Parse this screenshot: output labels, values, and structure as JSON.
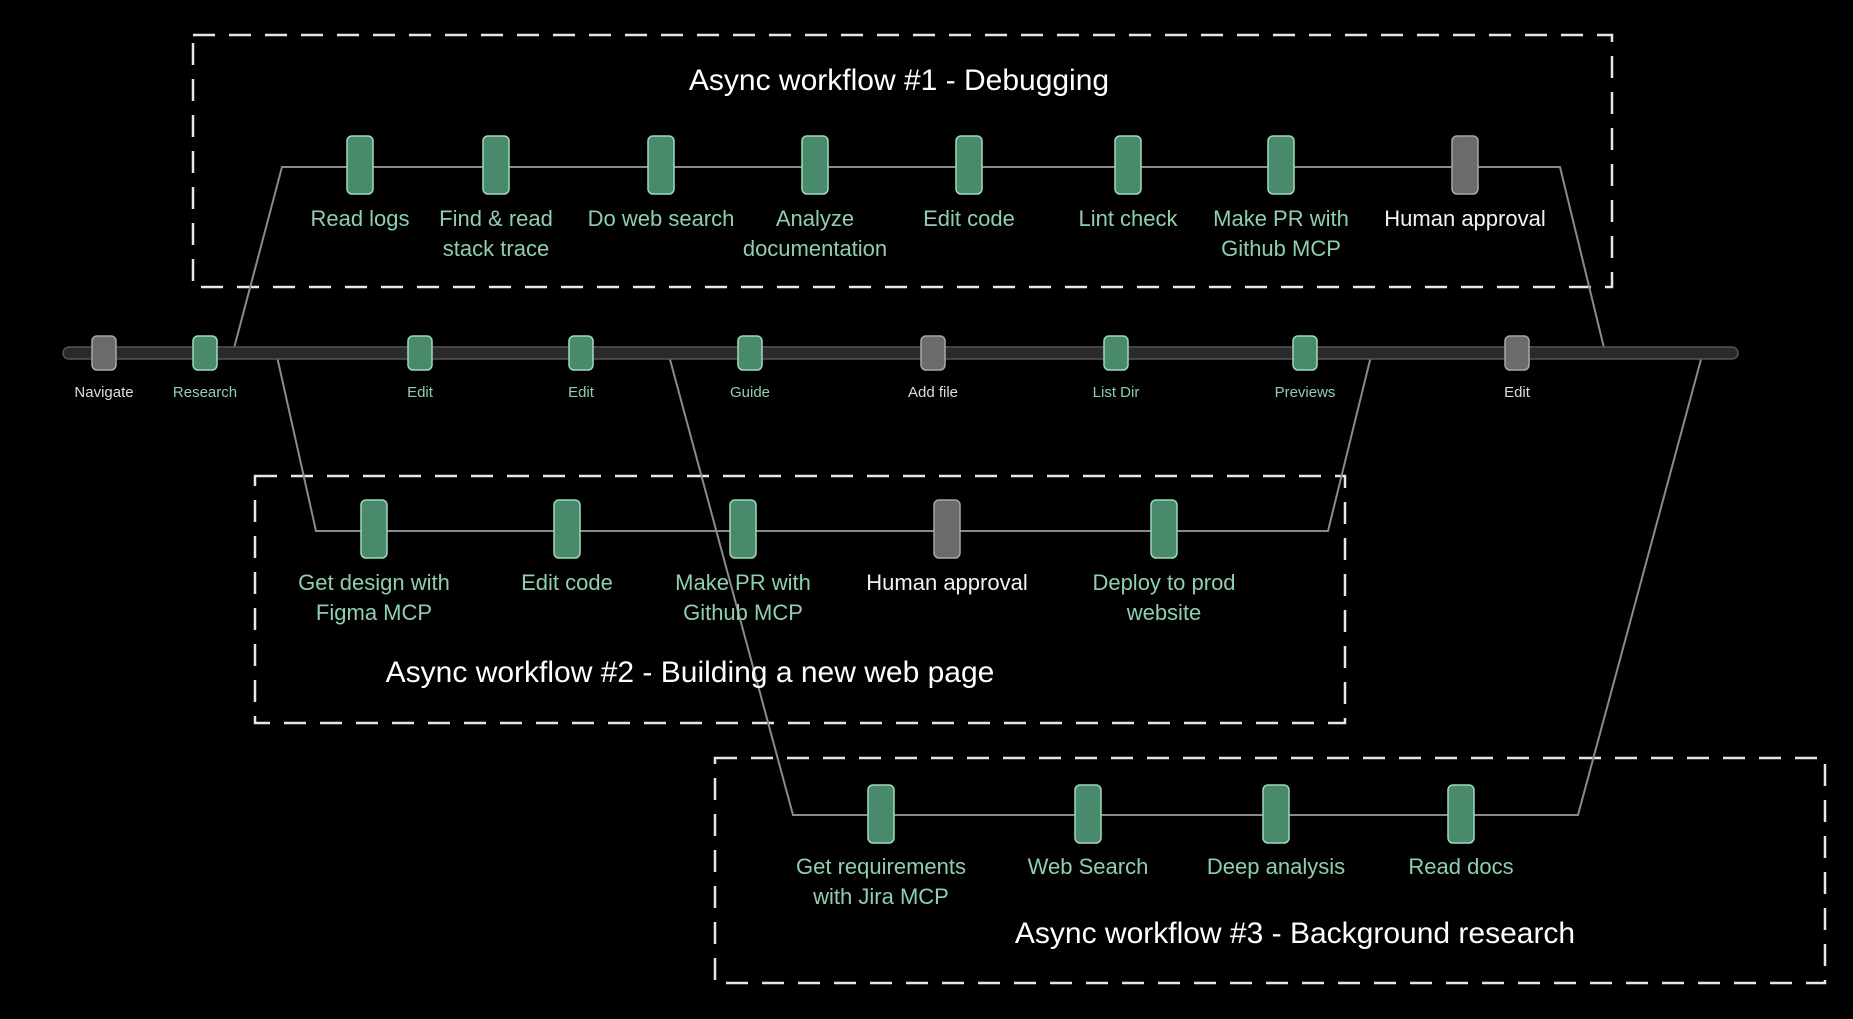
{
  "colors": {
    "background": "#000000",
    "connector": "#8a8a8a",
    "dashed_box": "#e6e6e6",
    "node_green": "#4a8a6c",
    "node_green_border": "#9fd9bc",
    "node_gray": "#6b6b6b",
    "node_gray_border": "#a8a8a8",
    "label_green": "#8fcfae",
    "label_white": "#f2f2f2"
  },
  "main_timeline": {
    "steps": [
      {
        "label": "Navigate",
        "status": "gray"
      },
      {
        "label": "Research",
        "status": "green"
      },
      {
        "label": "Edit",
        "status": "green"
      },
      {
        "label": "Edit",
        "status": "green"
      },
      {
        "label": "Guide",
        "status": "green"
      },
      {
        "label": "Add file",
        "status": "gray"
      },
      {
        "label": "List Dir",
        "status": "green"
      },
      {
        "label": "Previews",
        "status": "green"
      },
      {
        "label": "Edit",
        "status": "gray"
      }
    ]
  },
  "workflows": [
    {
      "title": "Async workflow #1 - Debugging",
      "steps": [
        {
          "label": "Read logs",
          "status": "green"
        },
        {
          "label": "Find & read\nstack trace",
          "status": "green"
        },
        {
          "label": "Do web search",
          "status": "green"
        },
        {
          "label": "Analyze\ndocumentation",
          "status": "green"
        },
        {
          "label": "Edit code",
          "status": "green"
        },
        {
          "label": "Lint check",
          "status": "green"
        },
        {
          "label": "Make PR with\nGithub MCP",
          "status": "green"
        },
        {
          "label": "Human approval",
          "status": "gray"
        }
      ]
    },
    {
      "title": "Async workflow #2 - Building a new web page",
      "steps": [
        {
          "label": "Get design with\nFigma MCP",
          "status": "green"
        },
        {
          "label": "Edit code",
          "status": "green"
        },
        {
          "label": "Make PR with\nGithub MCP",
          "status": "green"
        },
        {
          "label": "Human approval",
          "status": "gray"
        },
        {
          "label": "Deploy to prod\nwebsite",
          "status": "green"
        }
      ]
    },
    {
      "title": "Async workflow #3 - Background research",
      "steps": [
        {
          "label": "Get requirements\nwith Jira MCP",
          "status": "green"
        },
        {
          "label": "Web Search",
          "status": "green"
        },
        {
          "label": "Deep analysis",
          "status": "green"
        },
        {
          "label": "Read docs",
          "status": "green"
        }
      ]
    }
  ]
}
